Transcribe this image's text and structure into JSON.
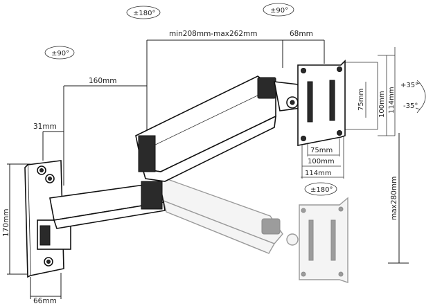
{
  "dimensions": {
    "arm_length": "min208mm-max262mm",
    "head_offset": "68mm",
    "lower_arm": "160mm",
    "wall_offset": "31mm",
    "plate_height": "170mm",
    "plate_width": "66mm",
    "max_height": "max280mm",
    "vesa_75_h": "75mm",
    "vesa_100_h": "100mm",
    "vesa_114_h": "114mm",
    "vesa_75_w": "75mm",
    "vesa_100_w": "100mm",
    "vesa_114_w": "114mm"
  },
  "rotations": {
    "arm_swivel": "±180°",
    "head_swivel": "±90°",
    "base_swivel": "±90°",
    "head_rotate": "±180°",
    "tilt_up": "+35°",
    "tilt_down": "-35°"
  }
}
